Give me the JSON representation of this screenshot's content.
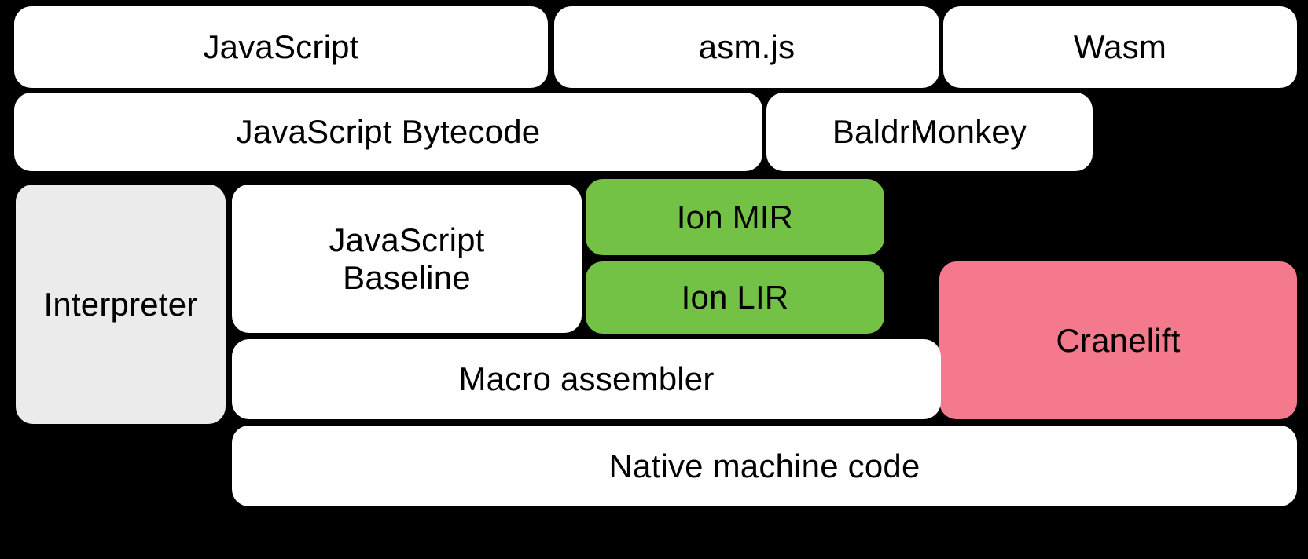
{
  "diagram": {
    "title": "SpiderMonkey compilation pipeline",
    "background_color": "#000000",
    "colors": {
      "white": "#ffffff",
      "gray": "#ebebeb",
      "green": "#73c245",
      "pink": "#f4798d",
      "text": "#000000"
    },
    "rows": [
      {
        "name": "source-languages",
        "nodes": [
          {
            "id": "javascript",
            "label": "JavaScript",
            "color": "white"
          },
          {
            "id": "asmjs",
            "label": "asm.js",
            "color": "white"
          },
          {
            "id": "wasm",
            "label": "Wasm",
            "color": "white"
          }
        ]
      },
      {
        "name": "front-end-representations",
        "nodes": [
          {
            "id": "javascript-bytecode",
            "label": "JavaScript Bytecode",
            "color": "white"
          },
          {
            "id": "baldrmonkey",
            "label": "BaldrMonkey",
            "color": "white"
          }
        ]
      },
      {
        "name": "execution-tiers",
        "nodes": [
          {
            "id": "interpreter",
            "label": "Interpreter",
            "color": "gray"
          },
          {
            "id": "javascript-baseline",
            "label": "JavaScript\nBaseline",
            "color": "white"
          },
          {
            "id": "ion-mir",
            "label": "Ion MIR",
            "color": "green"
          },
          {
            "id": "ion-lir",
            "label": "Ion LIR",
            "color": "green"
          },
          {
            "id": "cranelift",
            "label": "Cranelift",
            "color": "pink"
          }
        ]
      },
      {
        "name": "code-emission",
        "nodes": [
          {
            "id": "macro-assembler",
            "label": "Macro assembler",
            "color": "white"
          },
          {
            "id": "native-machine-code",
            "label": "Native machine code",
            "color": "white"
          }
        ]
      }
    ]
  }
}
